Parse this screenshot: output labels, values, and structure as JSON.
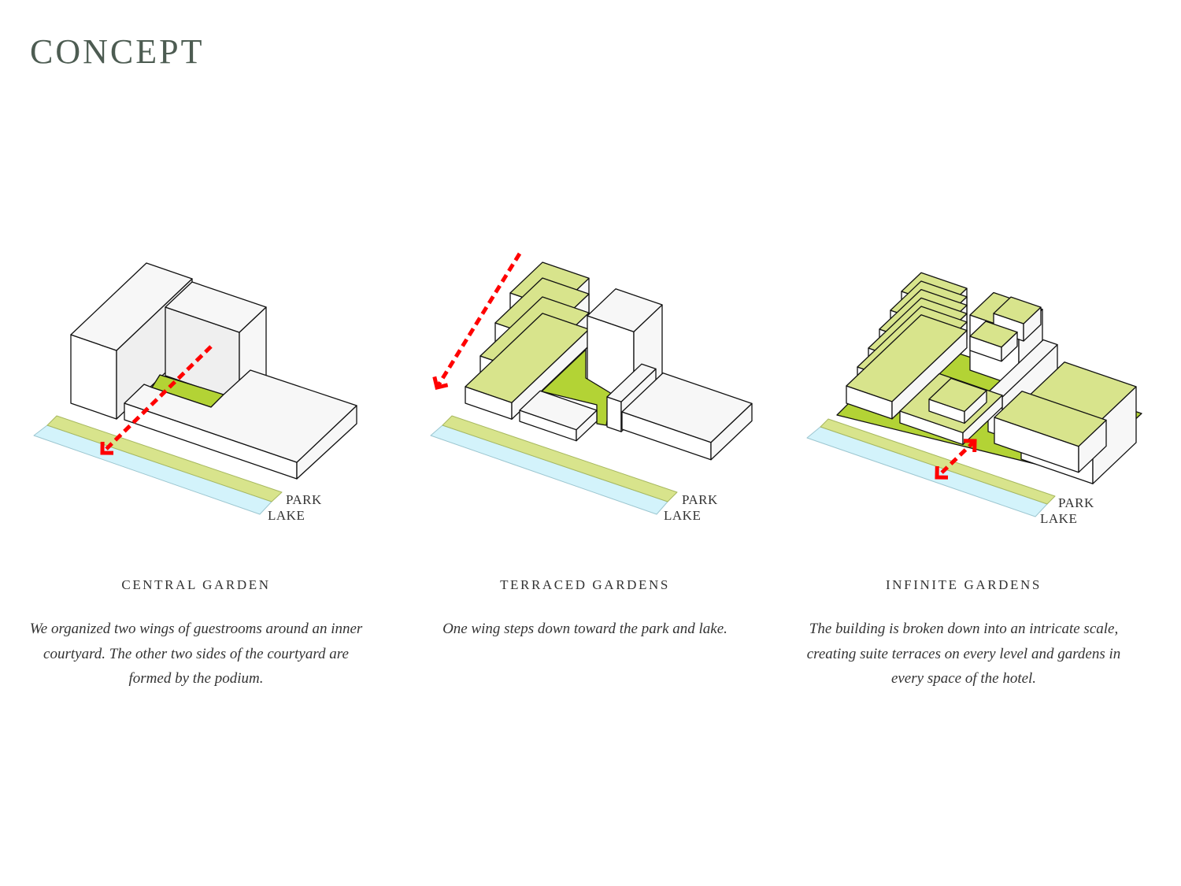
{
  "title": "CONCEPT",
  "colors": {
    "light_green": "#d8e48c",
    "dark_green": "#b3d335",
    "lake": "#d3f3fb",
    "arrow": "#ff0000",
    "ink": "#111111"
  },
  "panels": [
    {
      "caption": "CENTRAL GARDEN",
      "description": "We organized two wings of guestrooms around an inner courtyard. The other two sides of the courtyard are formed by the podium.",
      "park_label": "PARK",
      "lake_label": "LAKE"
    },
    {
      "caption": "TERRACED GARDENS",
      "description": "One wing steps down toward the park and lake.",
      "park_label": "PARK",
      "lake_label": "LAKE"
    },
    {
      "caption": "INFINITE GARDENS",
      "description": "The building is broken down into an intricate scale, creating suite terraces on every level and gardens in every space of the hotel.",
      "park_label": "PARK",
      "lake_label": "LAKE"
    }
  ]
}
